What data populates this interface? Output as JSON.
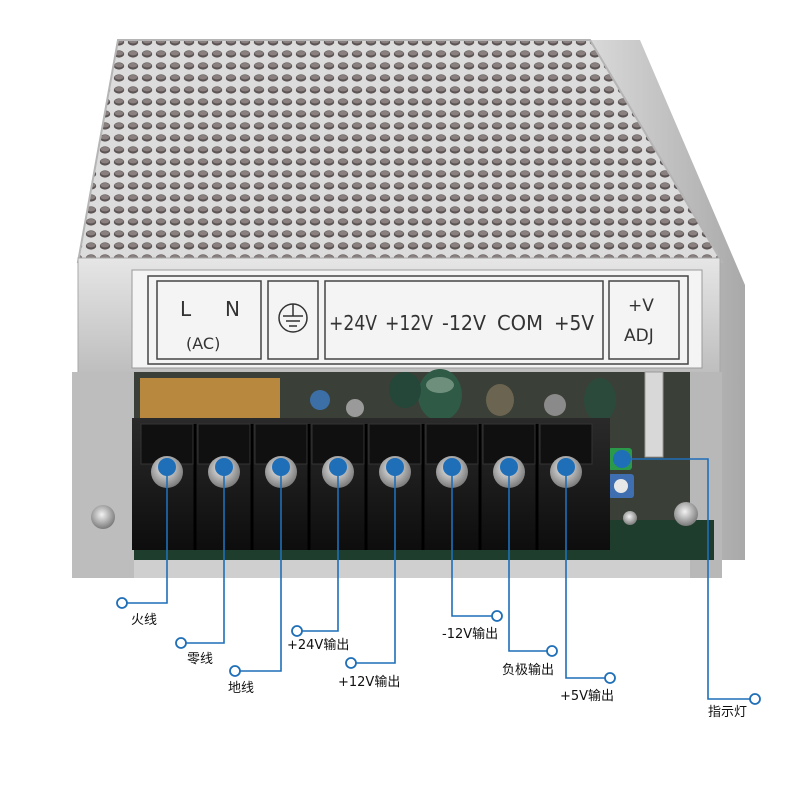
{
  "panel": {
    "ac_l": "L",
    "ac_n": "N",
    "ac_sub": "(AC)",
    "outputs": [
      "+24V",
      "+12V",
      "-12V",
      "COM",
      "+5V"
    ],
    "adj_top": "+V",
    "adj_bottom": "ADJ"
  },
  "callouts": [
    {
      "id": "live",
      "label": "火线"
    },
    {
      "id": "neutral",
      "label": "零线"
    },
    {
      "id": "ground",
      "label": "地线"
    },
    {
      "id": "out-24v",
      "label": "+24V输出"
    },
    {
      "id": "out-12v",
      "label": "+12V输出"
    },
    {
      "id": "out-neg12v",
      "label": "-12V输出"
    },
    {
      "id": "out-com",
      "label": "负极输出"
    },
    {
      "id": "out-5v",
      "label": "+5V输出"
    },
    {
      "id": "indicator",
      "label": "指示灯"
    }
  ],
  "colors": {
    "accent_blue": "#1f6fb8",
    "terminal_black": "#1c1c1c",
    "mesh_silver": "#c9c9c9",
    "panel_white": "#f3f3f3"
  }
}
